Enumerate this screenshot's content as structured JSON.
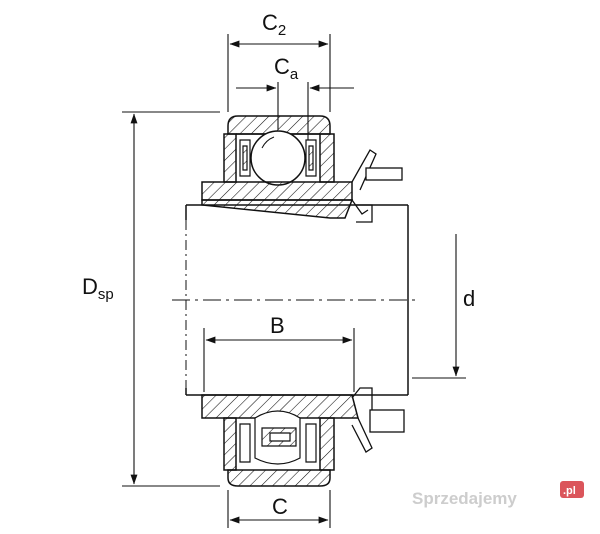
{
  "labels": {
    "c2": "C",
    "c2_sub": "2",
    "ca": "C",
    "ca_sub": "a",
    "dsp": "D",
    "dsp_sub": "sp",
    "b": "B",
    "d": "d",
    "c": "C"
  },
  "watermark": {
    "text": "Sprzedajemy",
    "suffix": ".pl"
  },
  "colors": {
    "line": "#111111",
    "background": "#ffffff",
    "watermark_text": "#c8c8c8",
    "watermark_badge": "#d8434a"
  }
}
